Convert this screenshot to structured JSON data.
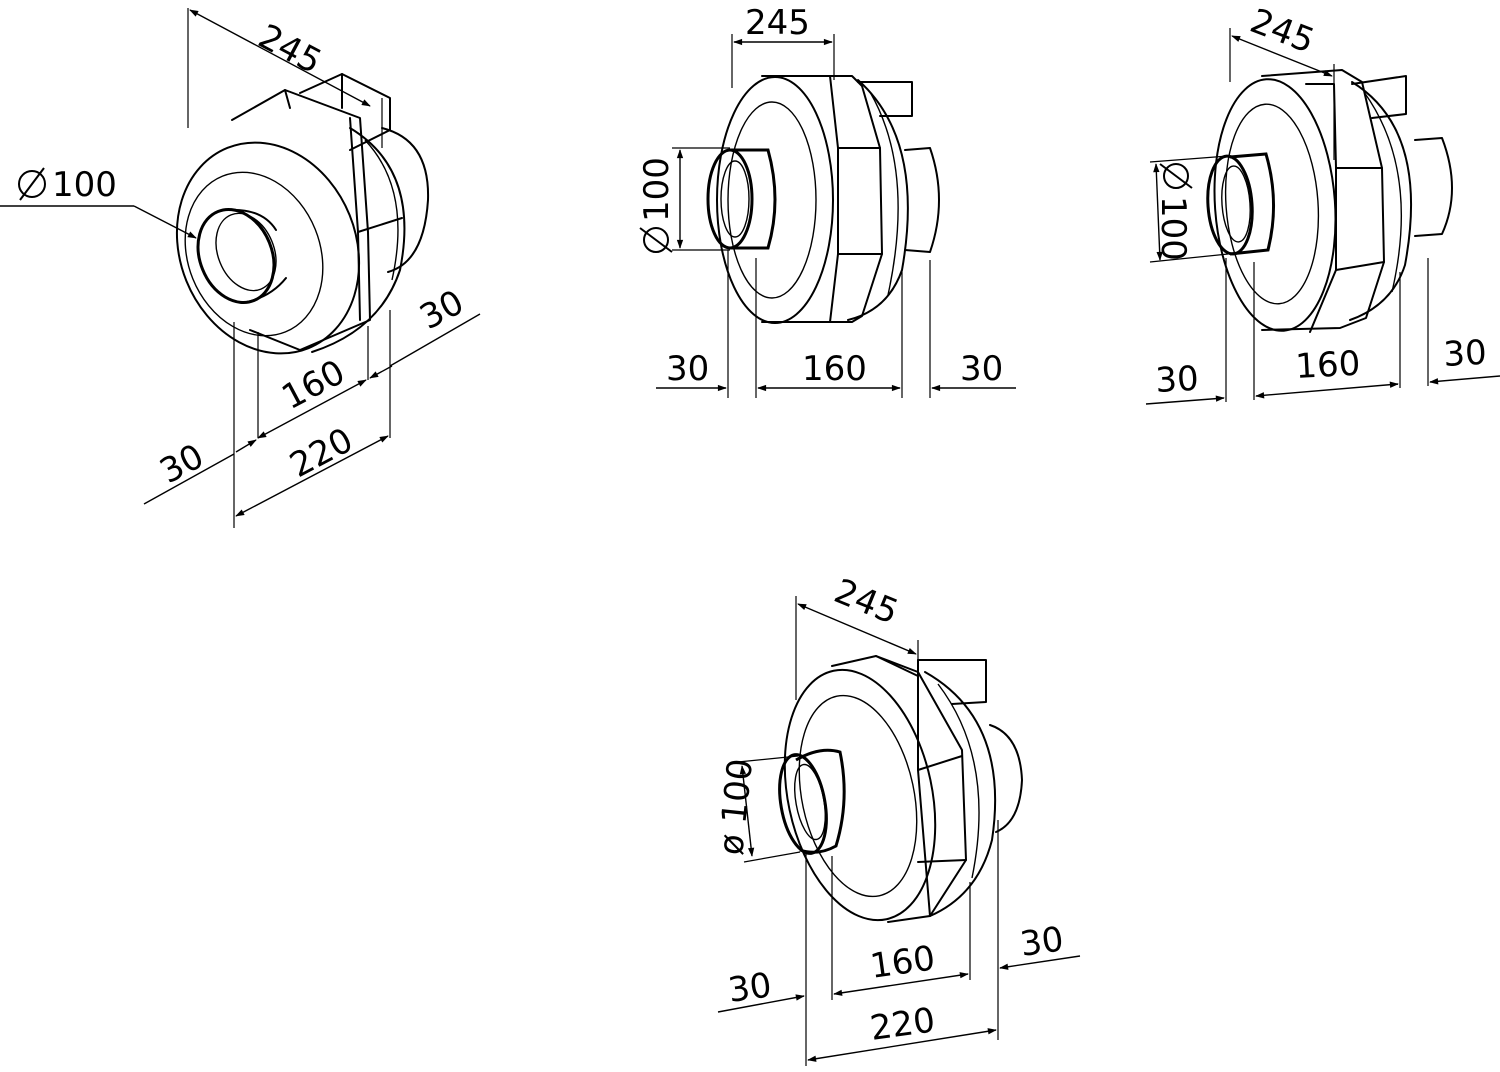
{
  "views": [
    {
      "id": "view-1",
      "dims": {
        "d245": "245",
        "dia": "100",
        "d30a": "30",
        "d160": "160",
        "d30b": "30",
        "d220": "220"
      }
    },
    {
      "id": "view-2",
      "dims": {
        "d245": "245",
        "dia": "100",
        "d30a": "30",
        "d160": "160",
        "d30b": "30"
      }
    },
    {
      "id": "view-3",
      "dims": {
        "d245": "245",
        "dia": "100",
        "d30a": "30",
        "d160": "160",
        "d30b": "30"
      }
    },
    {
      "id": "view-4",
      "dims": {
        "d245": "245",
        "dia": "ø 100",
        "d30a": "30",
        "d160": "160",
        "d30b": "30",
        "d220": "220"
      }
    }
  ]
}
